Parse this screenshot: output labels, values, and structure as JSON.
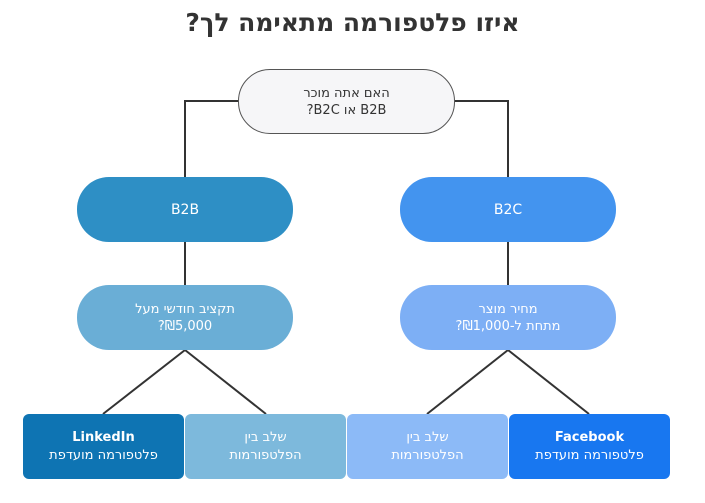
{
  "title": "איזו פלטפורמה מתאימה לך?",
  "root": {
    "line1": "האם אתה מוכר",
    "line2": "B2B או B2C?"
  },
  "b2b": {
    "label": "B2B"
  },
  "b2c": {
    "label": "B2C"
  },
  "budget_question": {
    "line1": "תקציב חודשי מעל",
    "line2": "₪5,000?"
  },
  "price_question": {
    "line1": "מחיר מוצר",
    "line2": "מתחת ל-₪1,000?"
  },
  "leaves": {
    "linkedin": {
      "name": "LinkedIn",
      "sub": "פלטפורמה מועדפת"
    },
    "mixed_left": {
      "name": "שלב בין",
      "sub": "הפלטפורמות"
    },
    "mixed_right": {
      "name": "שלב בין",
      "sub": "הפלטפורמות"
    },
    "facebook": {
      "name": "Facebook",
      "sub": "פלטפורמה מועדפת"
    }
  }
}
